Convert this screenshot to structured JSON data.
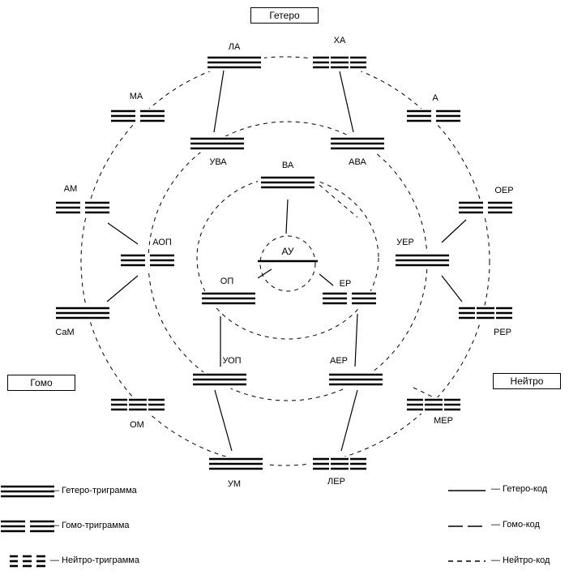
{
  "categories": {
    "hetero": "Гетеро",
    "homo": "Гомо",
    "neutro": "Нейтро"
  },
  "center": {
    "label": "АУ"
  },
  "trigrams": [
    {
      "id": "la",
      "label": "ЛА",
      "kind": "hetero"
    },
    {
      "id": "kha",
      "label": "ХА",
      "kind": "neutro"
    },
    {
      "id": "ma",
      "label": "МА",
      "kind": "homo"
    },
    {
      "id": "a",
      "label": "А",
      "kind": "homo"
    },
    {
      "id": "uva",
      "label": "УВА",
      "kind": "hetero"
    },
    {
      "id": "ava",
      "label": "АВА",
      "kind": "hetero"
    },
    {
      "id": "va",
      "label": "ВА",
      "kind": "hetero"
    },
    {
      "id": "am",
      "label": "АМ",
      "kind": "homo"
    },
    {
      "id": "oer",
      "label": "ОЕР",
      "kind": "homo"
    },
    {
      "id": "aop",
      "label": "АОП",
      "kind": "homo"
    },
    {
      "id": "uer",
      "label": "УЕР",
      "kind": "hetero"
    },
    {
      "id": "op",
      "label": "ОП",
      "kind": "hetero"
    },
    {
      "id": "er",
      "label": "ЕР",
      "kind": "homo"
    },
    {
      "id": "sam",
      "label": "СаМ",
      "kind": "hetero"
    },
    {
      "id": "rer",
      "label": "РЕР",
      "kind": "neutro"
    },
    {
      "id": "uop",
      "label": "УОП",
      "kind": "hetero"
    },
    {
      "id": "aer",
      "label": "АЕР",
      "kind": "hetero"
    },
    {
      "id": "om",
      "label": "ОМ",
      "kind": "neutro"
    },
    {
      "id": "mer",
      "label": "МЕР",
      "kind": "neutro"
    },
    {
      "id": "um",
      "label": "УМ",
      "kind": "hetero"
    },
    {
      "id": "ler",
      "label": "ЛЕР",
      "kind": "neutro"
    }
  ],
  "legend": {
    "hetero_trigram": "— Гетеро-триграмма",
    "homo_trigram": "— Гомо-триграмма",
    "neutro_trigram": "— Нейтро-триграмма",
    "hetero_code": "— Гетеро-код",
    "homo_code": "— Гомо-код",
    "neutro_code": "— Нейтро-код"
  }
}
